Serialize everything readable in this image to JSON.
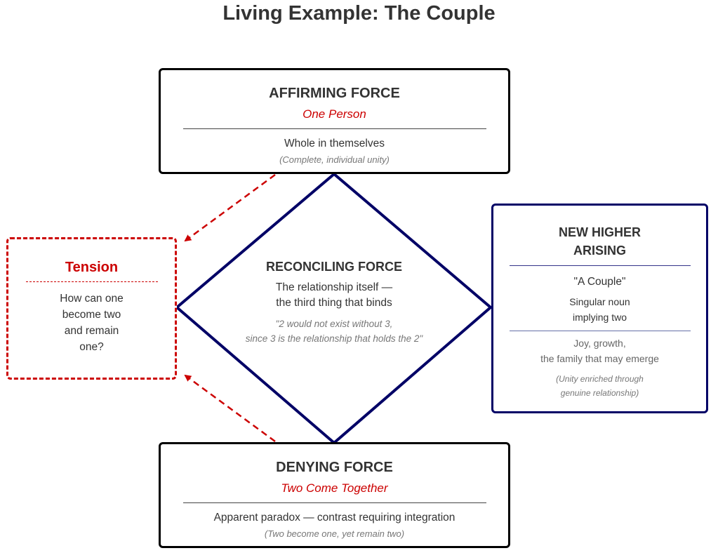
{
  "title": "Living Example: The Couple",
  "colors": {
    "accent_red": "#cc0000",
    "navy": "#000066",
    "text": "#333333",
    "muted": "#777777"
  },
  "affirming": {
    "title": "AFFIRMING FORCE",
    "subtitle": "One Person",
    "description": "Whole in themselves",
    "note": "(Complete, individual unity)"
  },
  "denying": {
    "title": "DENYING FORCE",
    "subtitle": "Two Come Together",
    "description": "Apparent paradox — contrast requiring integration",
    "note": "(Two become one, yet remain two)"
  },
  "reconciling": {
    "title": "RECONCILING FORCE",
    "description_lines": [
      "The relationship itself —",
      "the third thing that binds"
    ],
    "quote_lines": [
      "\"2 would not exist without 3,",
      "since 3 is the relationship that holds the 2\""
    ]
  },
  "tension": {
    "title": "Tension",
    "text_lines": [
      "How can one",
      "become two",
      "and remain",
      "one?"
    ]
  },
  "arising": {
    "title_lines": [
      "NEW HIGHER",
      "ARISING"
    ],
    "name": "\"A Couple\"",
    "description_lines": [
      "Singular noun",
      "implying two"
    ],
    "outcome_lines": [
      "Joy, growth,",
      "the family that may emerge"
    ],
    "note_lines": [
      "(Unity enriched through",
      "genuine relationship)"
    ]
  }
}
